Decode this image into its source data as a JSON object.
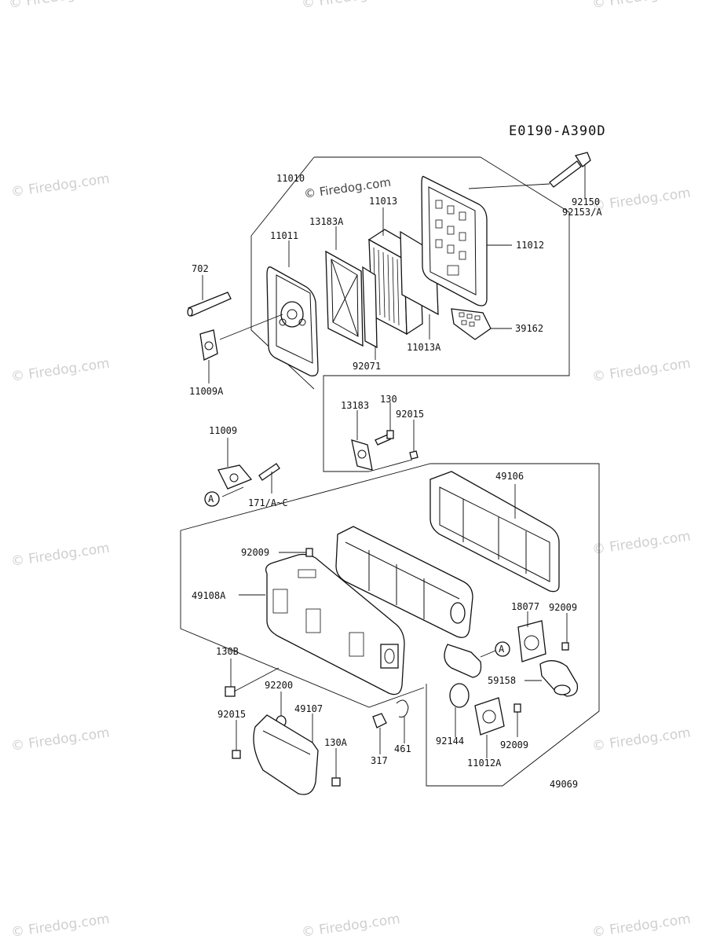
{
  "diagram_code": "E0190-A390D",
  "watermark": "© Firedog.com",
  "watermark_dark": "© Firedog.com",
  "callout_letter": "A",
  "labels": {
    "p11010": "11010",
    "p11011": "11011",
    "p11013": "11013",
    "p13183A": "13183A",
    "p11012": "11012",
    "p92150": "92150",
    "p92153A": "92153/A",
    "p702": "702",
    "p39162": "39162",
    "p11013A": "11013A",
    "p92071": "92071",
    "p11009A": "11009A",
    "p13183": "13183",
    "p130": "130",
    "p92015a": "92015",
    "p11009": "11009",
    "p171": "171/A~C",
    "p49106": "49106",
    "p92009a": "92009",
    "p49108A": "49108A",
    "p18077": "18077",
    "p92009b": "92009",
    "p130B": "130B",
    "p59158": "59158",
    "p92200": "92200",
    "p92015b": "92015",
    "p49107": "49107",
    "p130A": "130A",
    "p317": "317",
    "p461": "461",
    "p92144": "92144",
    "p92009c": "92009",
    "p11012A": "11012A",
    "p49069": "49069"
  }
}
